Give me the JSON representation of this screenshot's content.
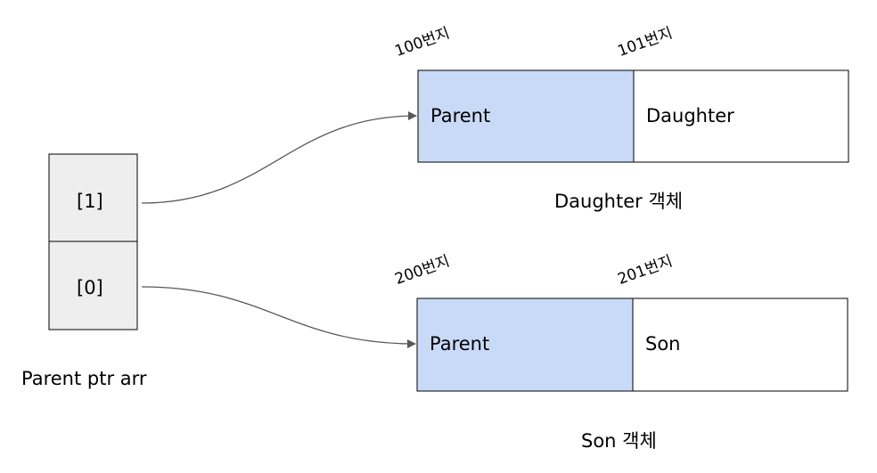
{
  "array": {
    "cells": [
      "[1]",
      "[0]"
    ],
    "caption": "Parent ptr arr",
    "fill": "#eeeeee"
  },
  "objects": [
    {
      "parent_label": "Parent",
      "child_label": "Daughter",
      "parent_address": "100번지",
      "child_address": "101번지",
      "caption": "Daughter 객체"
    },
    {
      "parent_label": "Parent",
      "child_label": "Son",
      "parent_address": "200번지",
      "child_address": "201번지",
      "caption": "Son 객체"
    }
  ],
  "colors": {
    "parent_fill": "#c9daf8",
    "child_fill": "#ffffff",
    "stroke": "#000000",
    "arrow": "#595959"
  }
}
